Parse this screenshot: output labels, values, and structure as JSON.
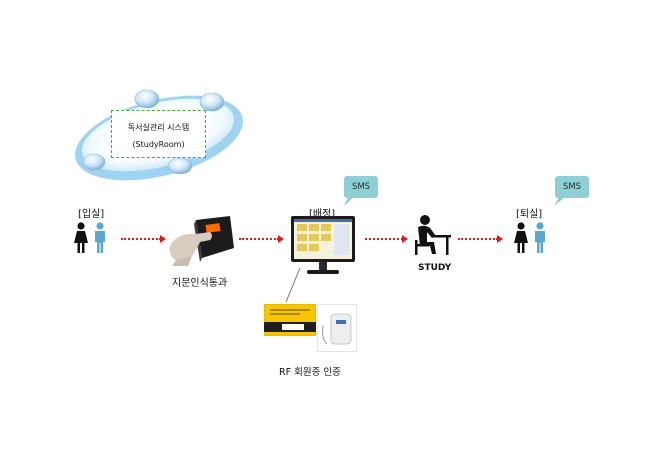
{
  "system": {
    "line1": "독서실관리 시스템",
    "line2": "(StudyRoom)"
  },
  "stages": {
    "entry": "[입실]",
    "fingerprint": "지문인식통과",
    "assign": "[배정]",
    "study": "STUDY",
    "exit": "[퇴실]",
    "rf_auth": "RF 회원증 인증"
  },
  "sms_label": "SMS",
  "colors": {
    "arrow": "#e01919",
    "sms_bg": "#8ecfd6",
    "box_border": "#4caa3c",
    "female": "#111111",
    "male": "#5aa7cf"
  }
}
